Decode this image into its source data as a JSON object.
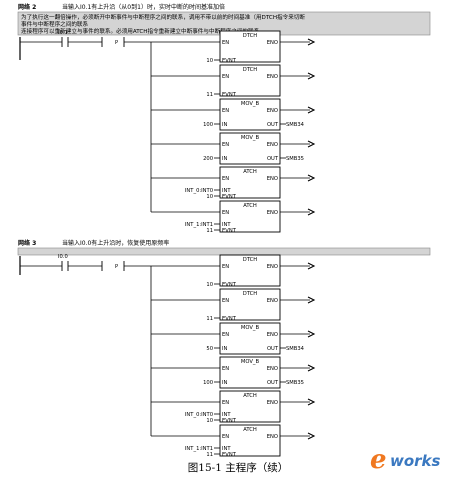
{
  "network2": {
    "label": "网络 2",
    "title": "当输入I0.1有上升沿（从0到1）时，实时中断的时间基准加倍",
    "comment_lines": [
      "为了执行这一翻倍操作，必须断开中断事件与中断程序之间的联系，调用不带以前的时间基准（用DTCH指令来切断",
      "事件与中断程序之间的联系",
      "连接程序可以重新建立与事件的联系。必须用ATCH指令重新建立中断事件与中断程序之间的联系"
    ],
    "contact": "I0.1",
    "p_label": "P",
    "blocks": [
      {
        "name": "DTCH",
        "pins": [
          "EN",
          "ENO",
          "EVNT"
        ],
        "params": {
          "EVNT": "10"
        }
      },
      {
        "name": "DTCH",
        "pins": [
          "EN",
          "ENO",
          "EVNT"
        ],
        "params": {
          "EVNT": "11"
        }
      },
      {
        "name": "MOV_B",
        "pins": [
          "EN",
          "ENO",
          "IN",
          "OUT"
        ],
        "params": {
          "IN": "100",
          "OUT": "SMB34"
        }
      },
      {
        "name": "MOV_B",
        "pins": [
          "EN",
          "ENO",
          "IN",
          "OUT"
        ],
        "params": {
          "IN": "200",
          "OUT": "SMB35"
        }
      },
      {
        "name": "ATCH",
        "pins": [
          "EN",
          "ENO",
          "INT",
          "EVNT"
        ],
        "params": {
          "INT": "INT_0:INT0",
          "EVNT": "10"
        }
      },
      {
        "name": "ATCH",
        "pins": [
          "EN",
          "ENO",
          "INT",
          "EVNT"
        ],
        "params": {
          "INT": "INT_1:INT1",
          "EVNT": "11"
        }
      }
    ]
  },
  "network3": {
    "label": "网络 3",
    "title": "当输入I0.0有上升沿时，恢复使用原频率",
    "contact": "I0.0",
    "p_label": "P",
    "blocks": [
      {
        "name": "DTCH",
        "pins": [
          "EN",
          "ENO",
          "EVNT"
        ],
        "params": {
          "EVNT": "10"
        }
      },
      {
        "name": "DTCH",
        "pins": [
          "EN",
          "ENO",
          "EVNT"
        ],
        "params": {
          "EVNT": "11"
        }
      },
      {
        "name": "MOV_B",
        "pins": [
          "EN",
          "ENO",
          "IN",
          "OUT"
        ],
        "params": {
          "IN": "50",
          "OUT": "SMB34"
        }
      },
      {
        "name": "MOV_B",
        "pins": [
          "EN",
          "ENO",
          "IN",
          "OUT"
        ],
        "params": {
          "IN": "100",
          "OUT": "SMB35"
        }
      },
      {
        "name": "ATCH",
        "pins": [
          "EN",
          "ENO",
          "INT",
          "EVNT"
        ],
        "params": {
          "INT": "INT_0:INT0",
          "EVNT": "10"
        }
      },
      {
        "name": "ATCH",
        "pins": [
          "EN",
          "ENO",
          "INT",
          "EVNT"
        ],
        "params": {
          "INT": "INT_1:INT1",
          "EVNT": "11"
        }
      }
    ]
  },
  "caption": "图15-1  主程序（续）",
  "watermark": {
    "e": "e",
    "works": "works"
  },
  "colors": {
    "line": "#000000",
    "comment_bg": "#d4d4d4",
    "watermark_orange": "#f07820",
    "watermark_blue": "#3a78c0"
  }
}
